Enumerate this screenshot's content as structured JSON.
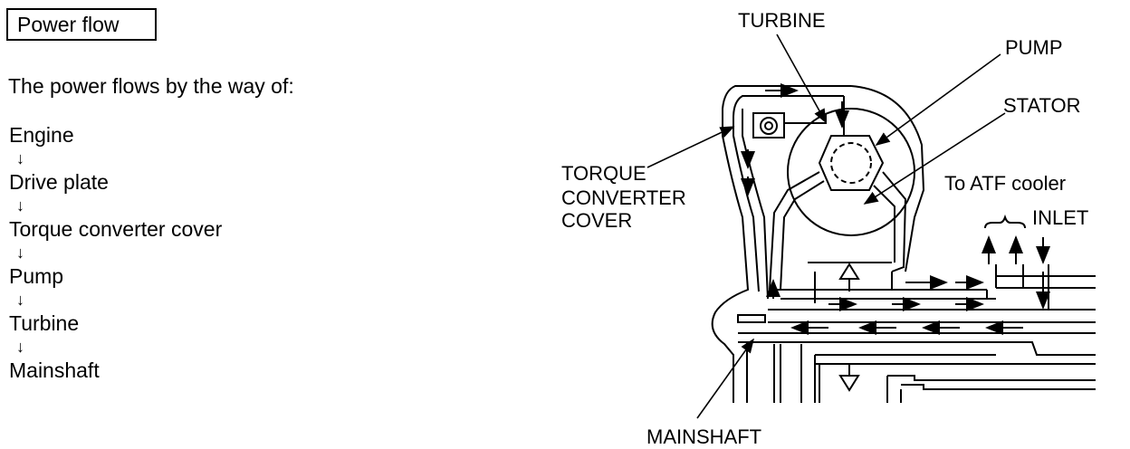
{
  "heading": "Power flow",
  "intro": "The power flows by the way of:",
  "flow": {
    "steps": [
      "Engine",
      "Drive plate",
      "Torque converter cover",
      "Pump",
      "Turbine",
      "Mainshaft"
    ],
    "arrow": "↓"
  },
  "labels": {
    "turbine": "TURBINE",
    "pump": "PUMP",
    "stator": "STATOR",
    "cover_line1": "TORQUE",
    "cover_line2": "CONVERTER",
    "cover_line3": "COVER",
    "atf_cooler": "To ATF cooler",
    "inlet": "INLET",
    "mainshaft": "MAINSHAFT"
  }
}
